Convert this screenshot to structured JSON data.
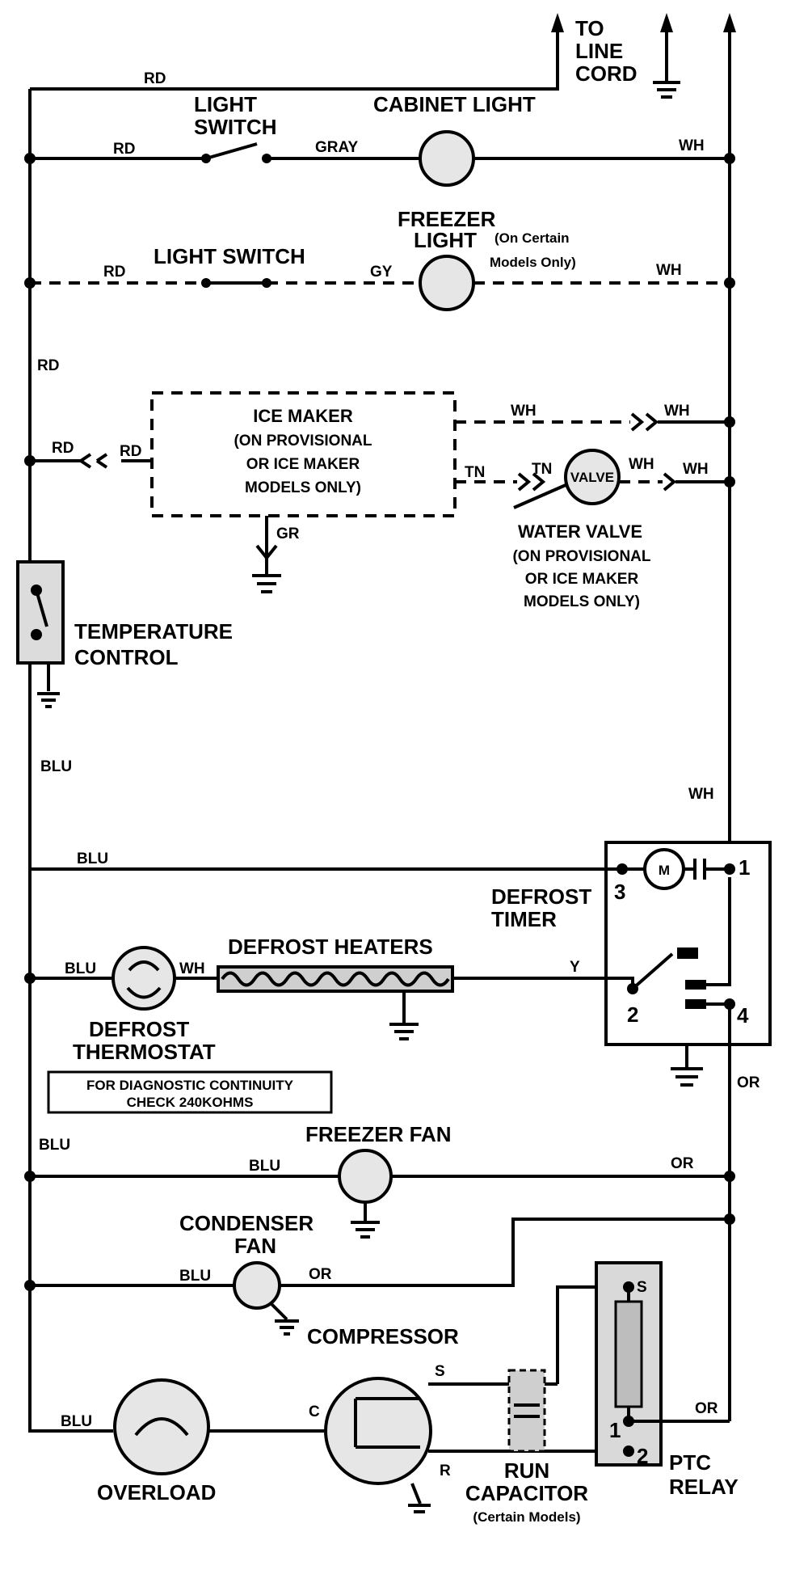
{
  "labels": {
    "to_line_cord": [
      "TO",
      "LINE",
      "CORD"
    ],
    "light_switch_1": [
      "LIGHT",
      "SWITCH"
    ],
    "cabinet_light": "CABINET LIGHT",
    "freezer_light": [
      "FREEZER",
      "LIGHT"
    ],
    "freezer_light_note": [
      "(On Certain",
      "Models Only)"
    ],
    "light_switch_2": "LIGHT SWITCH",
    "ice_maker": [
      "ICE MAKER",
      "(ON PROVISIONAL",
      "OR ICE MAKER",
      "MODELS ONLY)"
    ],
    "water_valve": [
      "WATER VALVE",
      "(ON PROVISIONAL",
      "OR ICE MAKER",
      "MODELS ONLY)"
    ],
    "temperature_control": [
      "TEMPERATURE",
      "CONTROL"
    ],
    "defrost_timer": [
      "DEFROST",
      "TIMER"
    ],
    "defrost_heaters": "DEFROST HEATERS",
    "defrost_thermostat": [
      "DEFROST",
      "THERMOSTAT"
    ],
    "diagnostic_note": [
      "FOR DIAGNOSTIC CONTINUITY",
      "CHECK 240KOHMS"
    ],
    "freezer_fan": "FREEZER FAN",
    "condenser_fan": [
      "CONDENSER",
      "FAN"
    ],
    "compressor": "COMPRESSOR",
    "overload": "OVERLOAD",
    "run_capacitor": [
      "RUN",
      "CAPACITOR",
      "(Certain Models)"
    ],
    "ptc_relay": [
      "PTC",
      "RELAY"
    ],
    "valve_symbol": "VALVE",
    "timer_motor": "M"
  },
  "wires": {
    "rd": "RD",
    "gray": "GRAY",
    "gy": "GY",
    "wh": "WH",
    "gr": "GR",
    "tn": "TN",
    "blu": "BLU",
    "y": "Y",
    "or": "OR"
  },
  "terminals": {
    "timer": [
      "1",
      "2",
      "3",
      "4"
    ],
    "compressor_s": "S",
    "compressor_c": "C",
    "compressor_r": "R",
    "relay_s": "S",
    "relay_1": "1",
    "relay_2": "2"
  }
}
